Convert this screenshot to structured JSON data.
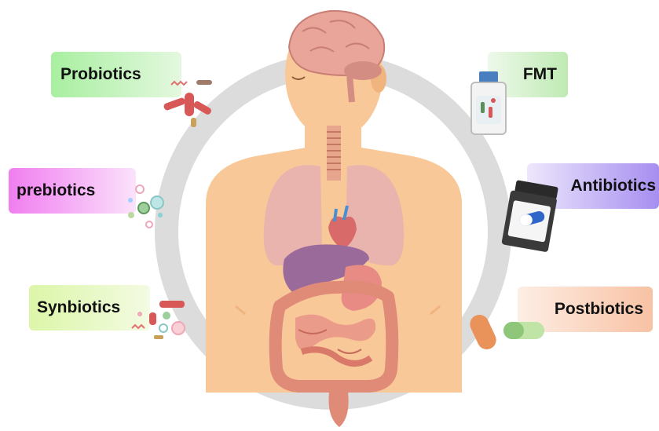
{
  "labels": {
    "probiotics": "Probiotics",
    "prebiotics": "prebiotics",
    "synbiotics": "Synbiotics",
    "fmt": "FMT",
    "antibiotics": "Antibiotics",
    "postbiotics": "Postbiotics"
  },
  "colors": {
    "probiotics": "#c9f5c0",
    "prebiotics": "#f3a6f3",
    "synbiotics": "#eaf9c2",
    "fmt": "#d9f3d0",
    "antibiotics": "#cbbdf7",
    "postbiotics": "#fbd6c2",
    "ring": "#dcdcdc",
    "skin": "#f9c898"
  },
  "icons": {
    "center": "human-body-gut-brain-icon",
    "probiotics": "bacteria-icon",
    "prebiotics": "fiber-bubbles-icon",
    "synbiotics": "bacteria-and-fiber-icon",
    "fmt": "specimen-bottle-icon",
    "antibiotics": "pill-bottle-icon",
    "postbiotics": "capsule-pills-icon"
  }
}
